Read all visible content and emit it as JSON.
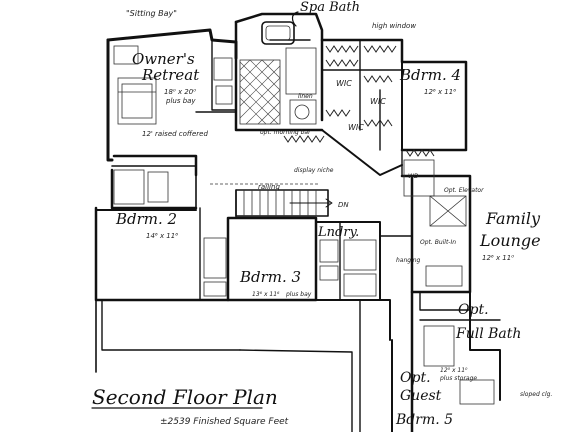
{
  "title": "Second Floor Plan",
  "subtitle": "±2539 Finished Square Feet",
  "rooms": {
    "sitting_bay": "\"Sitting Bay\"",
    "spa_bath": "Spa Bath",
    "owners_retreat_line1": "Owner's",
    "owners_retreat_line2": "Retreat",
    "owners_retreat_dims": "18⁰ x 20⁰",
    "owners_retreat_dims2": "plus bay",
    "owners_ceiling": "12' raised coffered",
    "high_window": "high window",
    "bdrm4": "Bdrm. 4",
    "bdrm4_dims": "12⁶ x 11⁶",
    "bdrm2": "Bdrm. 2",
    "bdrm2_dims": "14⁶ x 11⁶",
    "bdrm3": "Bdrm. 3",
    "bdrm3_dims": "13⁶ x 11⁶",
    "bdrm3_bay": "plus bay",
    "laundry": "Lndry.",
    "family_lounge_line1": "Family",
    "family_lounge_line2": "Lounge",
    "family_lounge_dims": "12⁶ x 11⁰",
    "opt_elevator": "Opt. Elevator",
    "opt_full_bath_line1": "Opt.",
    "opt_full_bath_line2": "Full Bath",
    "opt_guest_line1": "Opt.",
    "opt_guest_line2": "Guest",
    "opt_guest_line3": "Bdrm. 5",
    "opt_guest_dims": "12⁰ x 11⁰",
    "opt_guest_note": "plus storage",
    "sloped_clg": "sloped clg.",
    "railing": "railing",
    "display_niche": "display niche",
    "opt_morning_bar": "opt. morning bar",
    "linen": "linen",
    "hanging": "hanging",
    "dn": "DN",
    "wic": "WIC",
    "wic2": "WIC",
    "wic3": "WIC",
    "wd": "WD",
    "opt_built_in": "Opt. Built-In"
  }
}
